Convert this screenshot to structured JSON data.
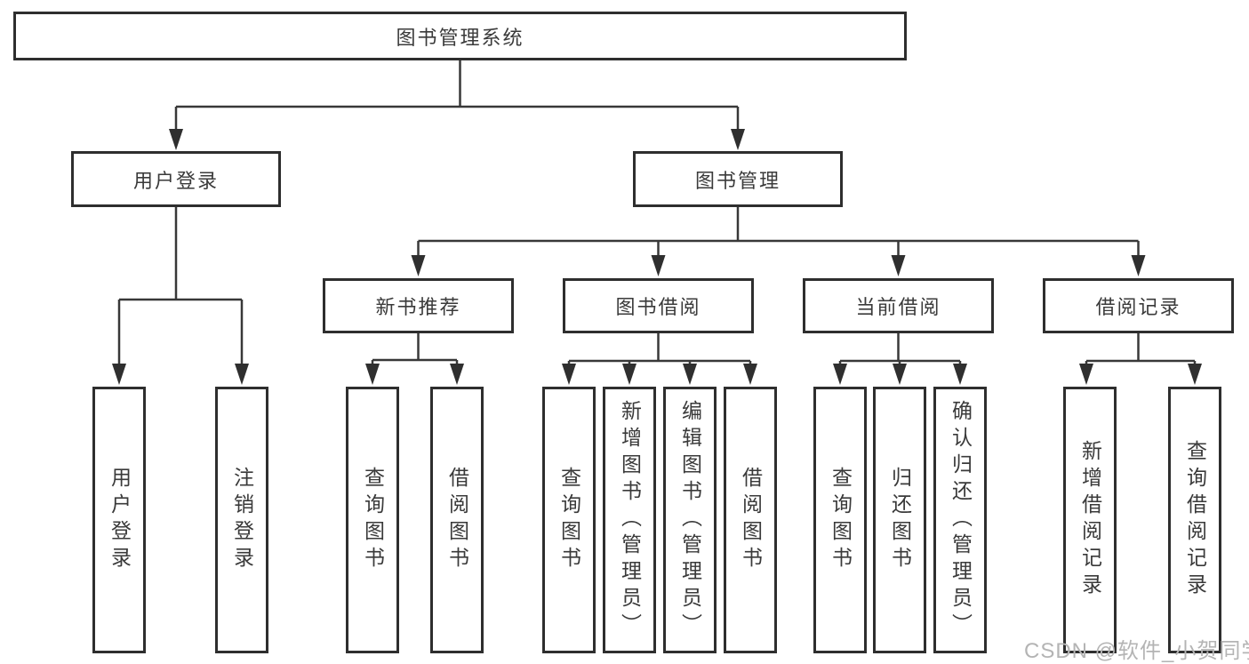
{
  "diagram": {
    "root": {
      "label": "图书管理系统"
    },
    "branches": [
      {
        "label": "用户登录",
        "children": [
          {
            "label": "用户登录"
          },
          {
            "label": "注销登录"
          }
        ]
      },
      {
        "label": "图书管理",
        "children": [
          {
            "label": "新书推荐",
            "children": [
              {
                "label": "查询图书"
              },
              {
                "label": "借阅图书"
              }
            ]
          },
          {
            "label": "图书借阅",
            "children": [
              {
                "label": "查询图书"
              },
              {
                "label": "新增图书（管理员）"
              },
              {
                "label": "编辑图书（管理员）"
              },
              {
                "label": "借阅图书"
              }
            ]
          },
          {
            "label": "当前借阅",
            "children": [
              {
                "label": "查询图书"
              },
              {
                "label": "归还图书"
              },
              {
                "label": "确认归还（管理员）"
              }
            ]
          },
          {
            "label": "借阅记录",
            "children": [
              {
                "label": "新增借阅记录"
              },
              {
                "label": "查询借阅记录"
              }
            ]
          }
        ]
      }
    ]
  },
  "watermark": {
    "text": "CSDN @软件_小贺同学",
    "color": "#b4b4b4"
  },
  "colors": {
    "background": "#ffffff",
    "box_border": "#2e2e2e",
    "line": "#383838",
    "text": "#3a3a3a"
  }
}
